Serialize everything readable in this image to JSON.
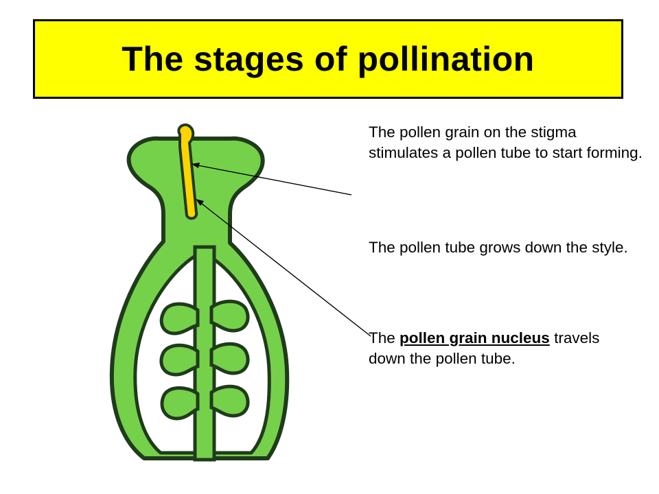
{
  "title": "The stages of pollination",
  "paragraphs": {
    "p1": "The pollen grain on the stigma stimulates a pollen tube to start forming.",
    "p2": "The pollen tube grows down the style.",
    "p3_before": "The ",
    "p3_term": "pollen grain nucleus",
    "p3_after": " travels down the pollen tube."
  },
  "colors": {
    "title_background": "#ffff00",
    "carpel_green": "#76d14a",
    "outline": "#1f3b1c",
    "pollen_tube": "#ffd400",
    "text": "#000000"
  }
}
